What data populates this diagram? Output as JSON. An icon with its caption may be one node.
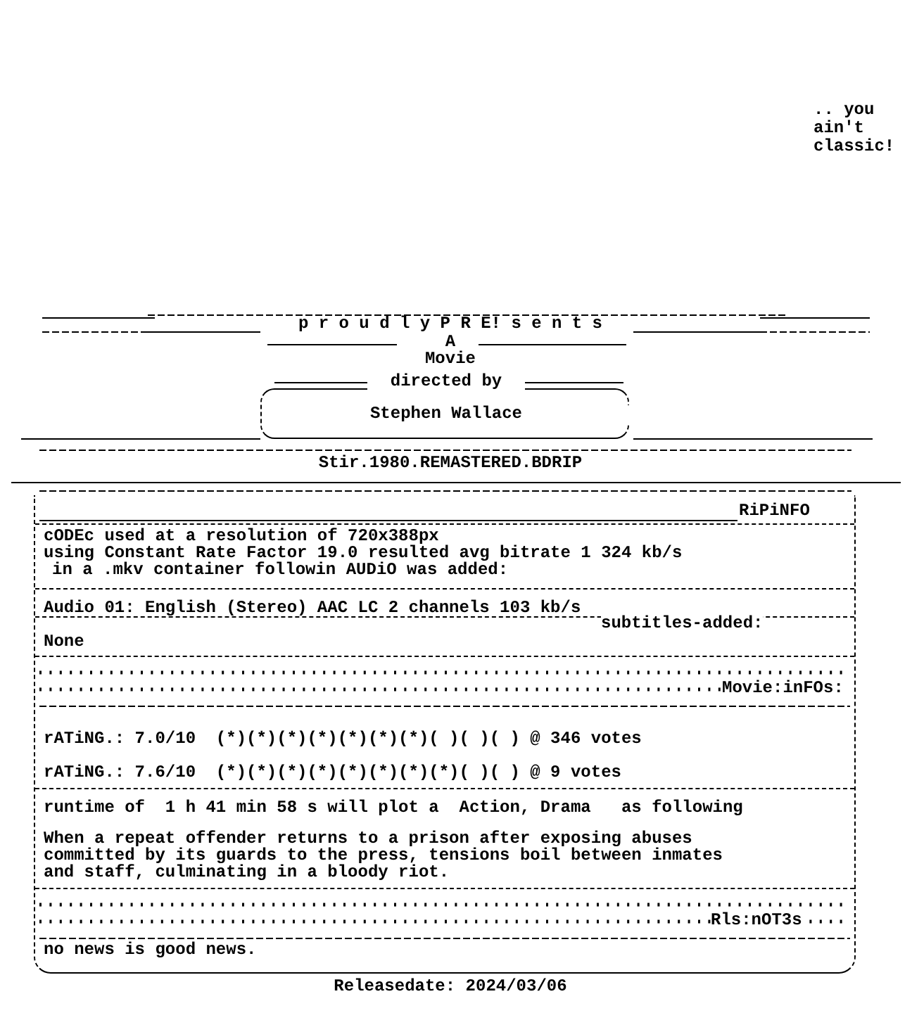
{
  "diagram": {
    "nodes": [
      {
        "text": [
          "directed by",
          "Stephen Wallace"
        ]
      },
      {
        "text": [
          "RiPiNFO"
        ]
      },
      {
        "text": [
          "cODEc used at a resolution of 720x388px",
          "using Constant Rate Factor 19.0 resulted avg bitrate 1 324 kb/s",
          "in a .mkv container followin AUDiO was added:"
        ],
        "in": 1
      },
      {
        "text": [
          "Audio 01: English (Stereo) AAC LC 2 channels 103 kb/s"
        ],
        "in": 1
      },
      {
        "text": [
          "subtitles-added:",
          "None"
        ],
        "in": 1
      },
      {
        "text": [
          "Movie:inFOs:",
          "rATiNG.: 7.0/10  (*)(*)(*)(*)(*)(*)(*)( )( )( ) @ 346 votes",
          "rATiNG.: 7.6/10  (*)(*)(*)(*)(*)(*)(*)(*)( )( ) @ 9 votes"
        ],
        "in": 1
      },
      {
        "text": [
          "runtime of  1 h 41 min 58 s will plot a  Action, Drama   as following",
          "When a repeat offender returns to a prison after exposing abuses committed by its guards to the press, tensions boil between inmates and staff, culminating in a bloody riot."
        ],
        "in": 1
      },
      {
        "text": [
          "Rls:nOT3s",
          "no news is good news."
        ],
        "in": 1
      }
    ],
    "labels": [
      ".. you ain't classic!",
      "p r o u d l y P R E! s e n t s",
      "A",
      "Movie",
      "Stir.1980.REMASTERED.BDRIP",
      "Releasedate: 2024/03/06"
    ]
  }
}
